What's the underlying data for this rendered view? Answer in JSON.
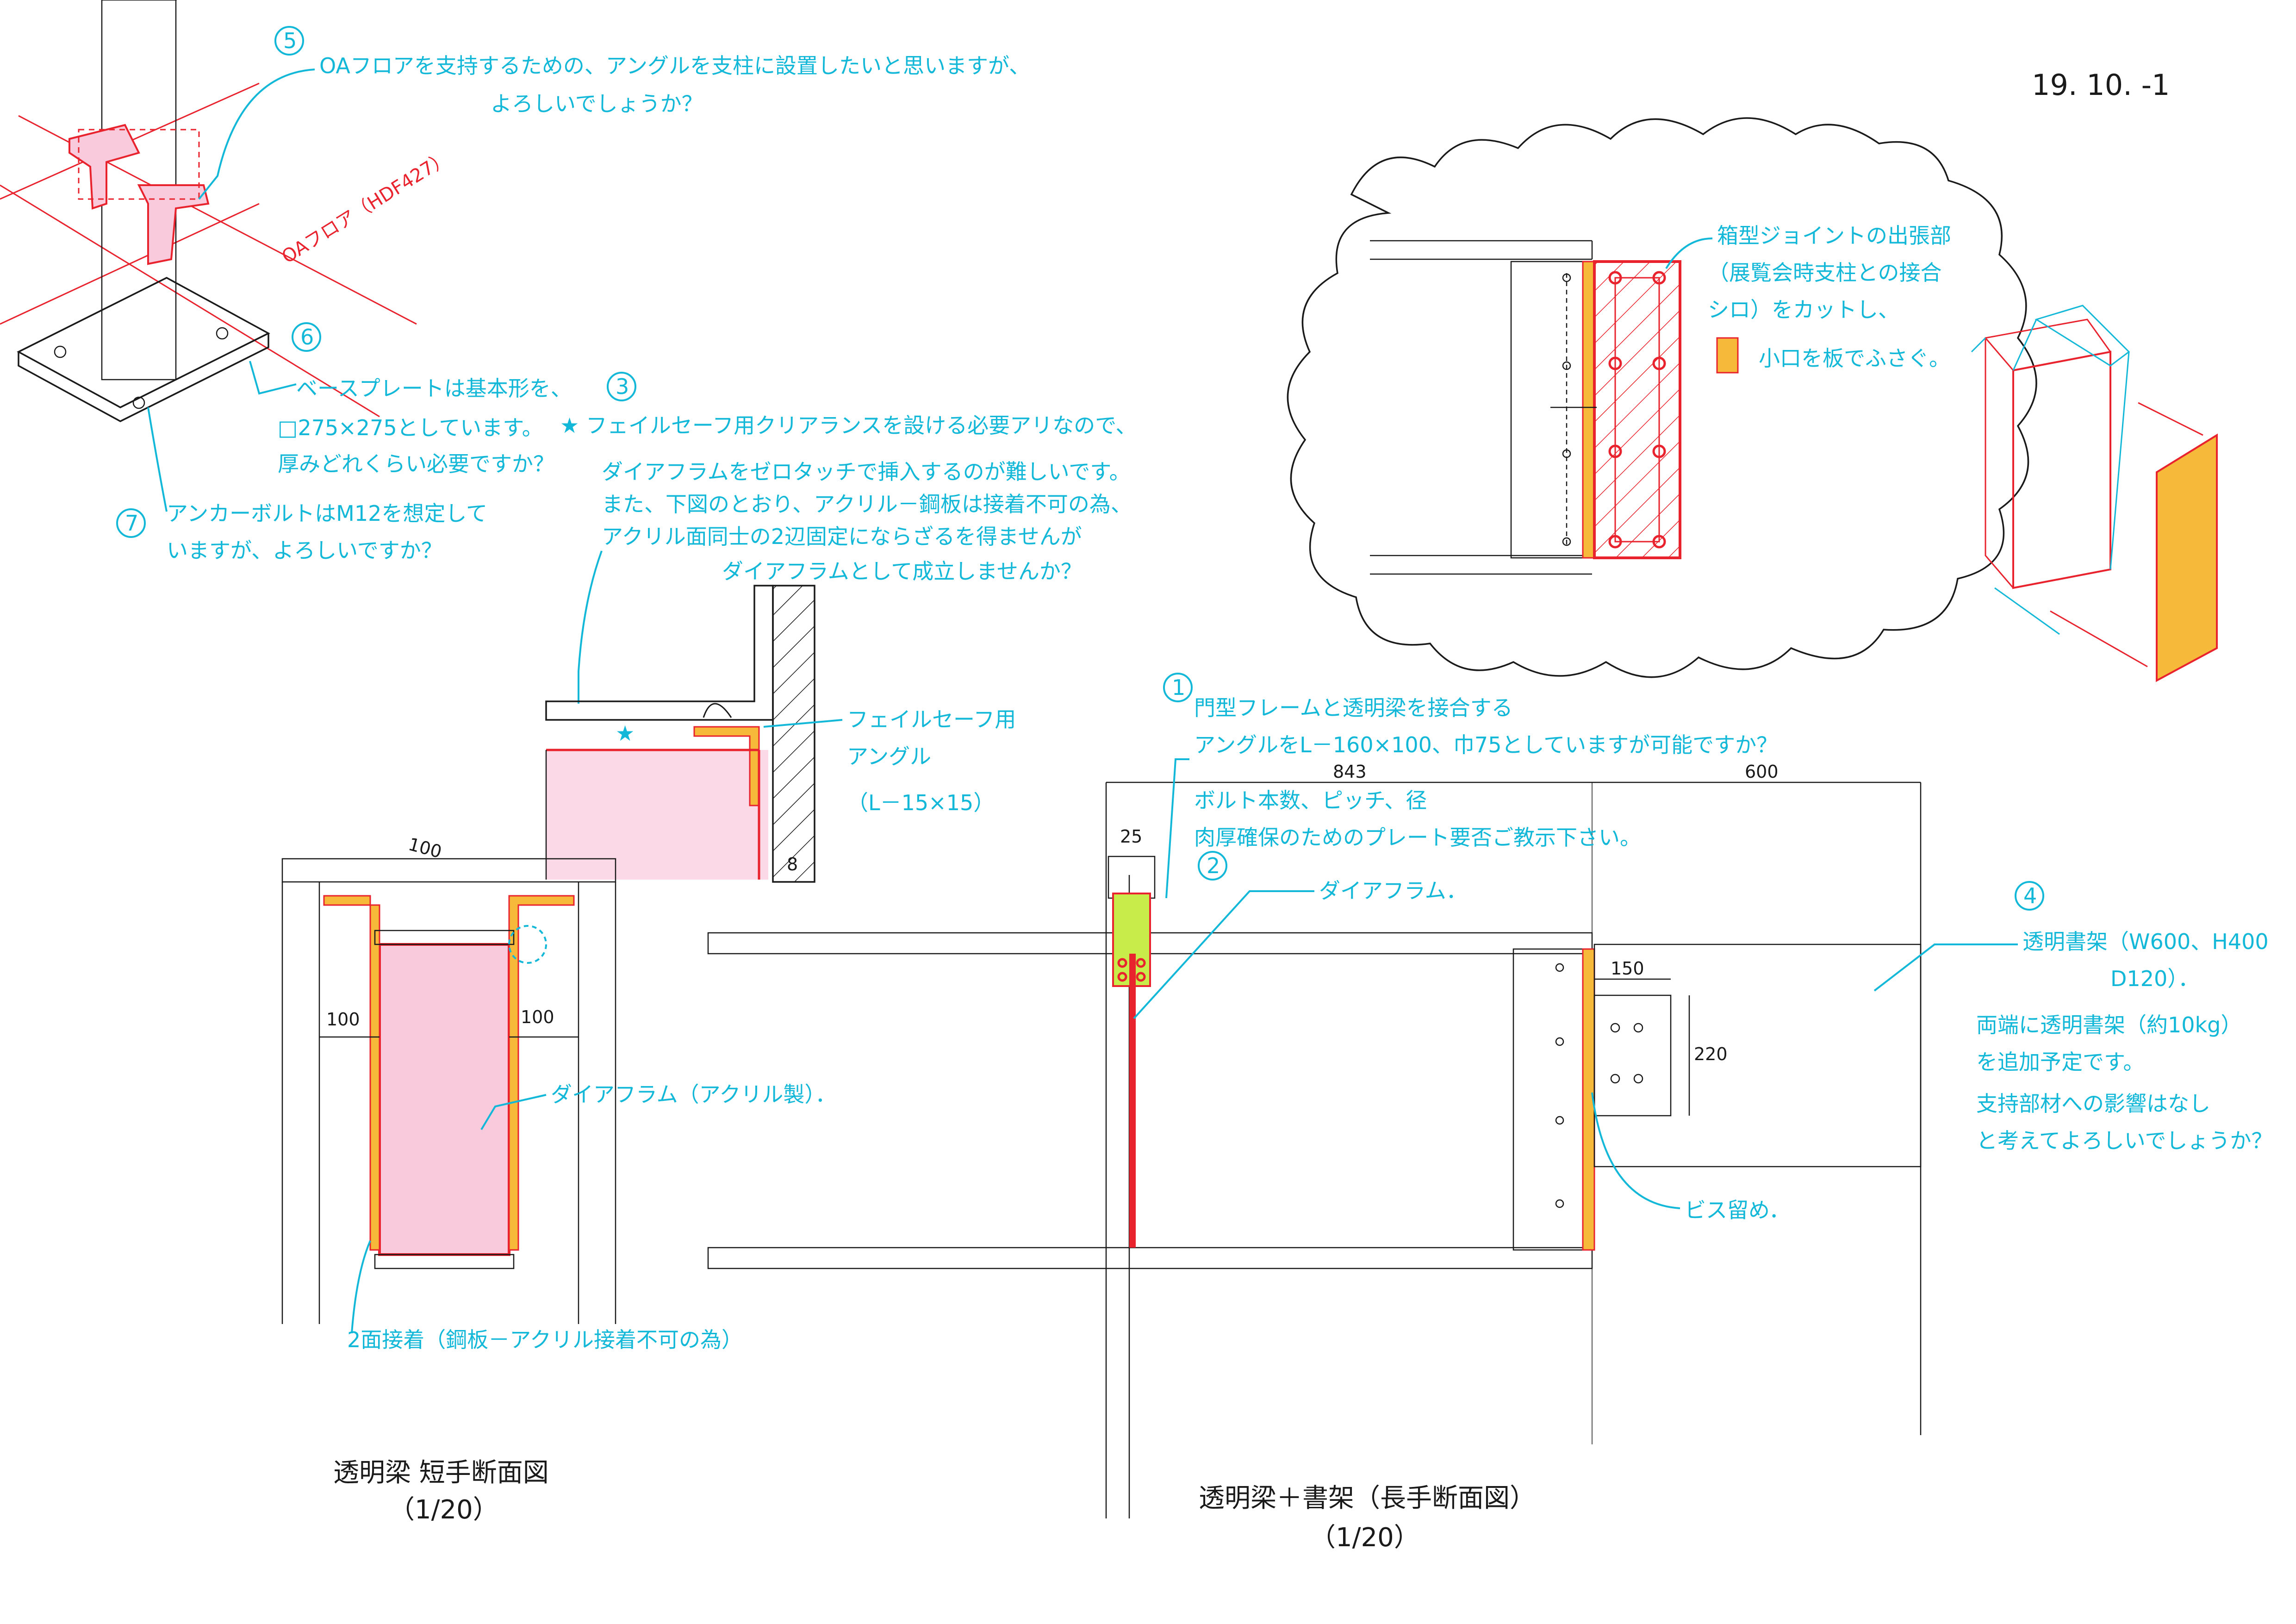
{
  "sheet": {
    "date": "19. 10. -1"
  },
  "notes": {
    "n5": {
      "num": "5",
      "line1": "OAフロアを支持するための、アングルを支柱に設置したいと思いますが、",
      "line2": "よろしいでしょうか？"
    },
    "oa_floor_label": "OAフロア（HDF427）",
    "n6": {
      "num": "6",
      "line1": "ベースプレートは基本形を、",
      "line2": "□275×275としています。",
      "line3": "厚みどれくらい必要ですか？"
    },
    "n7": {
      "num": "7",
      "line1": "アンカーボルトはM12を想定して",
      "line2": "いますが、よろしいですか？"
    },
    "n3": {
      "num": "3",
      "line1": "★ フェイルセーフ用クリアランスを設ける必要アリなので、",
      "line2": "ダイアフラムをゼロタッチで挿入するのが難しいです。",
      "line3": "また、下図のとおり、アクリル－鋼板は接着不可の為、",
      "line4": "アクリル面同士の2辺固定にならざるを得ませんが",
      "line5": "ダイアフラムとして成立しませんか？"
    },
    "failsafe": {
      "line1": "フェイルセーフ用",
      "line2": "アングル",
      "line3": "（L－15×15）",
      "star": "★"
    },
    "box_joint": {
      "line1": "箱型ジョイントの出張部",
      "line2": "（展覧会時支柱との接合",
      "line3": "シロ）をカットし、",
      "line4": "小口を板でふさぐ。"
    },
    "n1": {
      "num": "1",
      "line1": "門型フレームと透明梁を接合する",
      "line2": "アングルをL－160×100、巾75としていますが可能ですか？",
      "line3": "ボルト本数、ピッチ、径",
      "line4": "肉厚確保のためのプレート要否ご教示下さい。"
    },
    "n2": {
      "num": "2",
      "label": "ダイアフラム．"
    },
    "n4": {
      "num": "4",
      "line1": "透明書架（W600、H400",
      "line2": "D120）．",
      "line3": "両端に透明書架（約10kg）",
      "line4": "を追加予定です。",
      "line5": "支持部材への影響はなし",
      "line6": "と考えてよろしいでしょうか？"
    },
    "diaphragm_acrylic": "ダイアフラム（アクリル製）．",
    "two_face_bond": "2面接着（鋼板－アクリル接着不可の為）",
    "screw": "ビス留め．"
  },
  "dims": {
    "d843": "843",
    "d600": "600",
    "d25": "25",
    "d100_top": "100",
    "d100_left": "100",
    "d100_right": "100",
    "d150": "150",
    "d220": "220",
    "d8": "8"
  },
  "titles": {
    "section_short": "透明梁 短手断面図",
    "scale_short": "（1/20）",
    "section_long": "透明梁＋書架（長手断面図）",
    "scale_long": "（1/20）"
  },
  "colors": {
    "ink": "#1a1a1a",
    "red": "#e8232e",
    "cyan": "#13b8d8",
    "pink": "#f9c9dc",
    "orange": "#f6b93a",
    "green": "#c8ec4a"
  }
}
